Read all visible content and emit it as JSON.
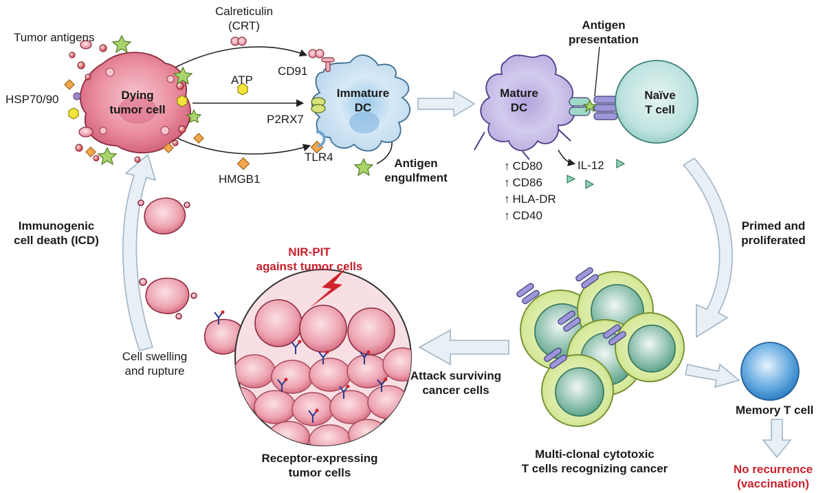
{
  "labels": {
    "tumor_antigens": "Tumor antigens",
    "calreticulin_line1": "Calreticulin",
    "calreticulin_line2": "(CRT)",
    "hsp": "HSP70/90",
    "dying_line1": "Dying",
    "dying_line2": "tumor cell",
    "cd91": "CD91",
    "atp": "ATP",
    "p2rx7": "P2RX7",
    "immature_line1": "Immature",
    "immature_line2": "DC",
    "tlr4": "TLR4",
    "hmgb1": "HMGB1",
    "antigen_engulf_line1": "Antigen",
    "antigen_engulf_line2": "engulfment",
    "antigen_pres_line1": "Antigen",
    "antigen_pres_line2": "presentation",
    "mature_line1": "Mature",
    "mature_line2": "DC",
    "naive_line1": "Naïve",
    "naive_line2": "T cell",
    "markers": [
      "CD80",
      "CD86",
      "HLA-DR",
      "CD40"
    ],
    "il12": "IL-12",
    "primed_line1": "Primed and",
    "primed_line2": "proliferated",
    "icd_line1": "Immunogenic",
    "icd_line2": "cell death (ICD)",
    "nirpit_line1": "NIR-PIT",
    "nirpit_line2": "against tumor cells",
    "swelling_line1": "Cell swelling",
    "swelling_line2": "and rupture",
    "attack_line1": "Attack surviving",
    "attack_line2": "cancer cells",
    "receptor_line1": "Receptor-expressing",
    "receptor_line2": "tumor cells",
    "multiclonal_line1": "Multi-clonal cytotoxic",
    "multiclonal_line2": "T cells recognizing cancer",
    "memory": "Memory T cell",
    "norecur_line1": "No recurrence",
    "norecur_line2": "(vaccination)"
  },
  "colors": {
    "tumor": "#e9879a",
    "tumor_dark": "#c9506a",
    "immature_dc": "#cfe4f3",
    "mature_dc": "#c9bfe6",
    "naive_t": "#bfe3e0",
    "cytotoxic_t": "#d8eaa2",
    "memory_t": "#5b9fd8",
    "accent_red": "#c8202c",
    "arrow_fill": "#e6eef5"
  }
}
